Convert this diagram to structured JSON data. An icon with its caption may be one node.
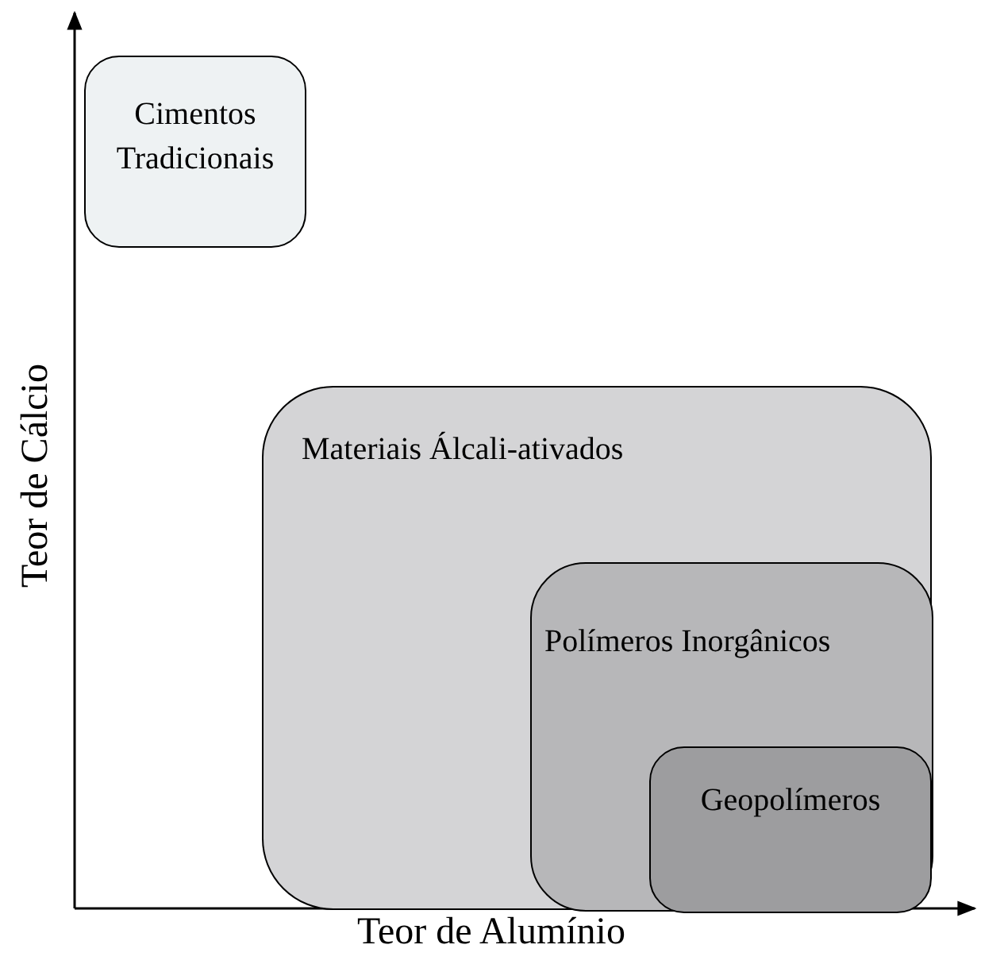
{
  "diagram": {
    "nodes": [
      {
        "text": [
          "Cimentos Tradicionais"
        ]
      },
      {
        "text": [
          "Materiais Álcali-ativados"
        ]
      },
      {
        "text": [
          "Polímeros Inorgânicos"
        ],
        "in": 1
      },
      {
        "text": [
          "Geopolímeros"
        ],
        "in": 2
      }
    ],
    "labels": [
      "Teor de Cálcio",
      "Teor de Alumínio"
    ]
  }
}
